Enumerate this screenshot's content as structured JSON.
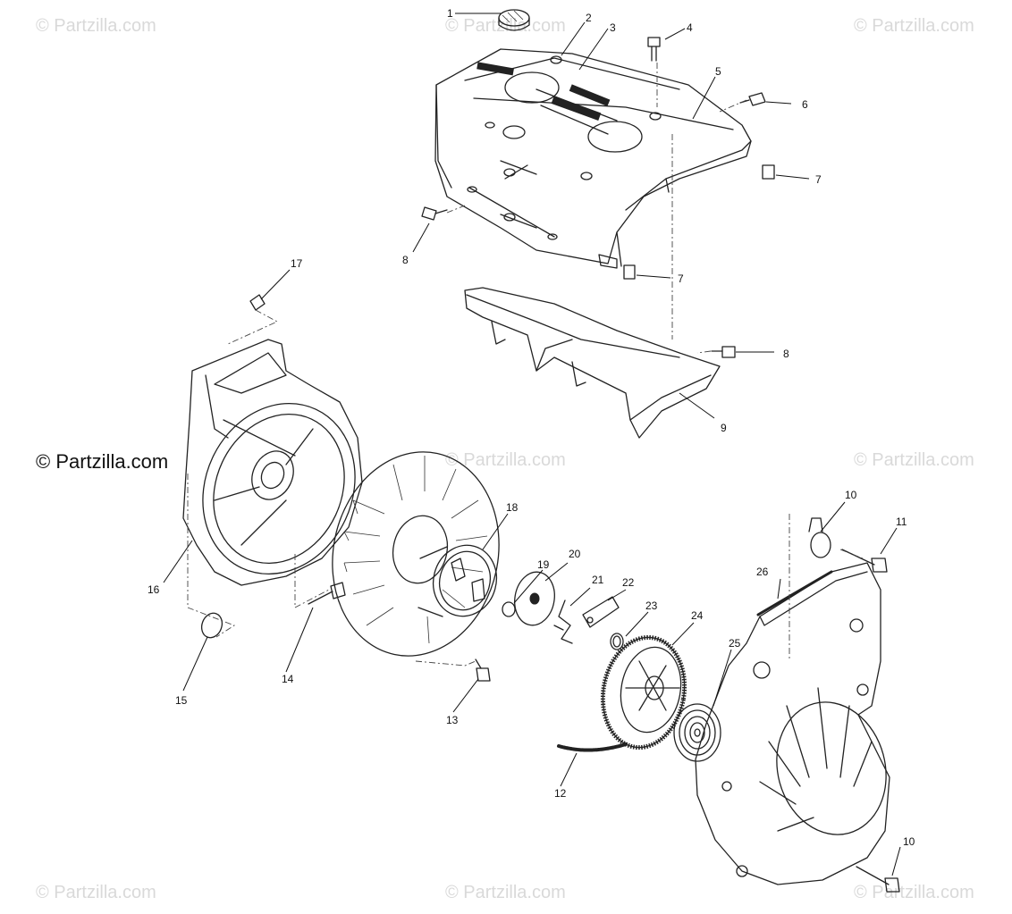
{
  "watermarks": {
    "faint": "© Partzilla.com",
    "main": "© Partzilla.com"
  },
  "callouts": [
    "1",
    "2",
    "3",
    "4",
    "5",
    "6",
    "7",
    "7",
    "8",
    "8",
    "9",
    "10",
    "10",
    "11",
    "12",
    "13",
    "14",
    "15",
    "16",
    "17",
    "18",
    "19",
    "20",
    "21",
    "22",
    "23",
    "24",
    "25",
    "26"
  ]
}
